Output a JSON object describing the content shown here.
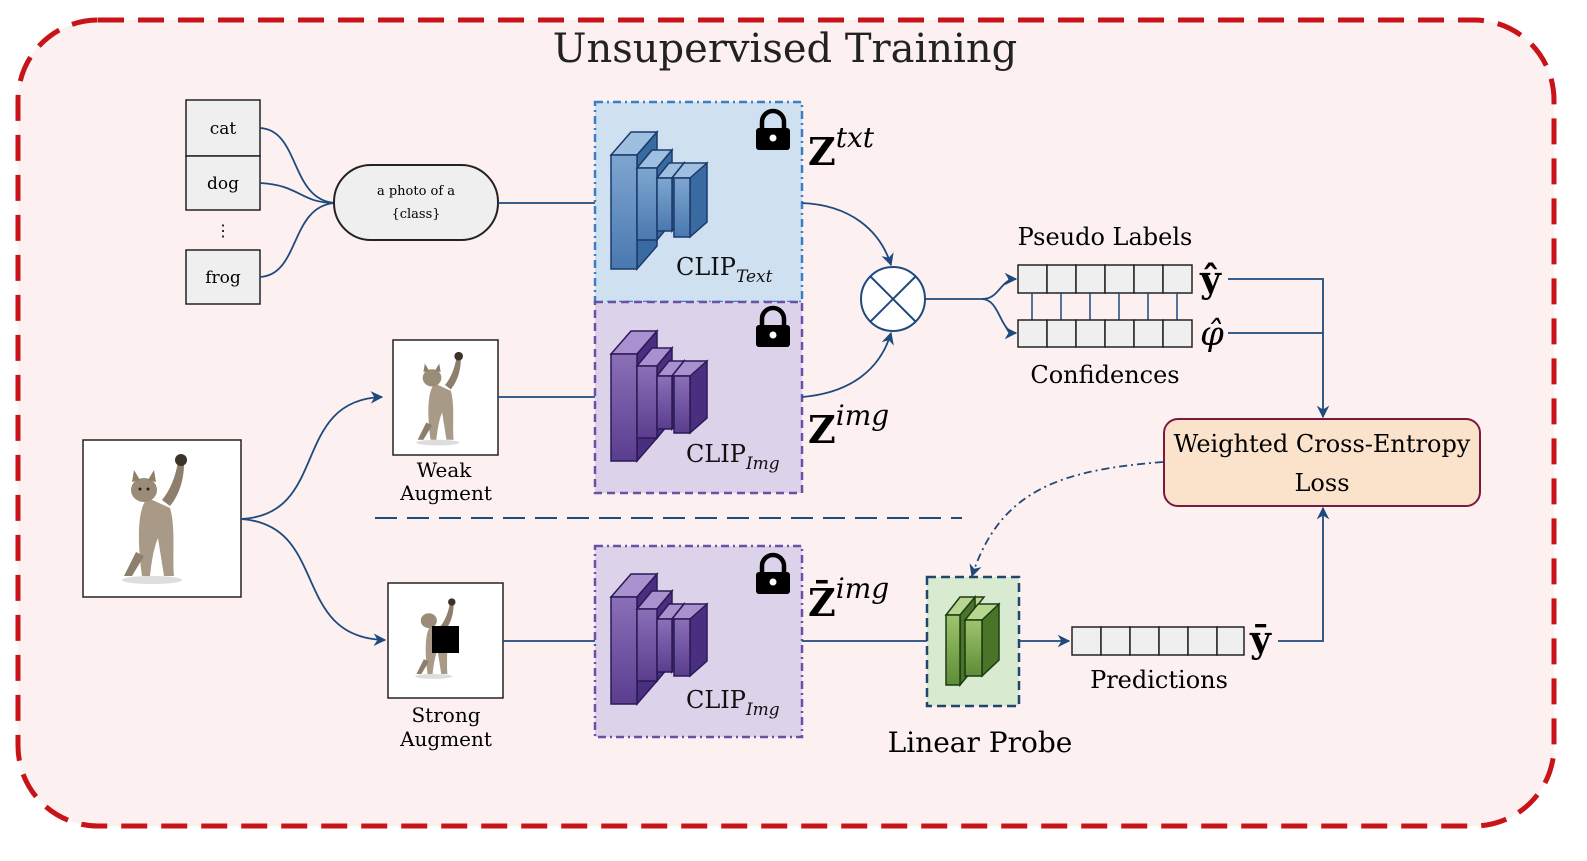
{
  "diagram": {
    "title": "Unsupervised Training",
    "class_boxes": [
      "cat",
      "dog",
      "frog"
    ],
    "class_ellipsis": "⋮",
    "prompt_line1": "a photo of a",
    "prompt_line2": "{class}",
    "clip_text_label": "CLIP",
    "clip_text_sub": "Text",
    "clip_img_label": "CLIP",
    "clip_img_sub": "Img",
    "z_text": "Z",
    "z_text_sup": "txt",
    "z_img": "Z",
    "z_img_sup": "img",
    "z_bar": "Z̄",
    "z_bar_sup": "img",
    "pseudo_labels": "Pseudo Labels",
    "confidences": "Confidences",
    "y_hat": "ŷ",
    "phi_hat": "φ̂",
    "weak_label_1": "Weak",
    "weak_label_2": "Augment",
    "strong_label_1": "Strong",
    "strong_label_2": "Augment",
    "loss_line1": "Weighted Cross-Entropy",
    "loss_line2": "Loss",
    "linear_probe": "Linear Probe",
    "predictions": "Predictions",
    "y_bar": "ȳ"
  },
  "colors": {
    "frame": "#c81419",
    "frame_fill": "#fcf0f1",
    "text_encoder_fill": "#cfe0f1",
    "text_encoder_border": "#3a7fc1",
    "img_encoder_fill": "#dcd2ea",
    "img_encoder_border": "#6a50a6",
    "probe_fill": "#d8ebd1",
    "probe_border": "#22456e",
    "loss_fill": "#fbe2cb",
    "loss_border": "#7a1a3e",
    "arrow": "#1f4a7d"
  }
}
